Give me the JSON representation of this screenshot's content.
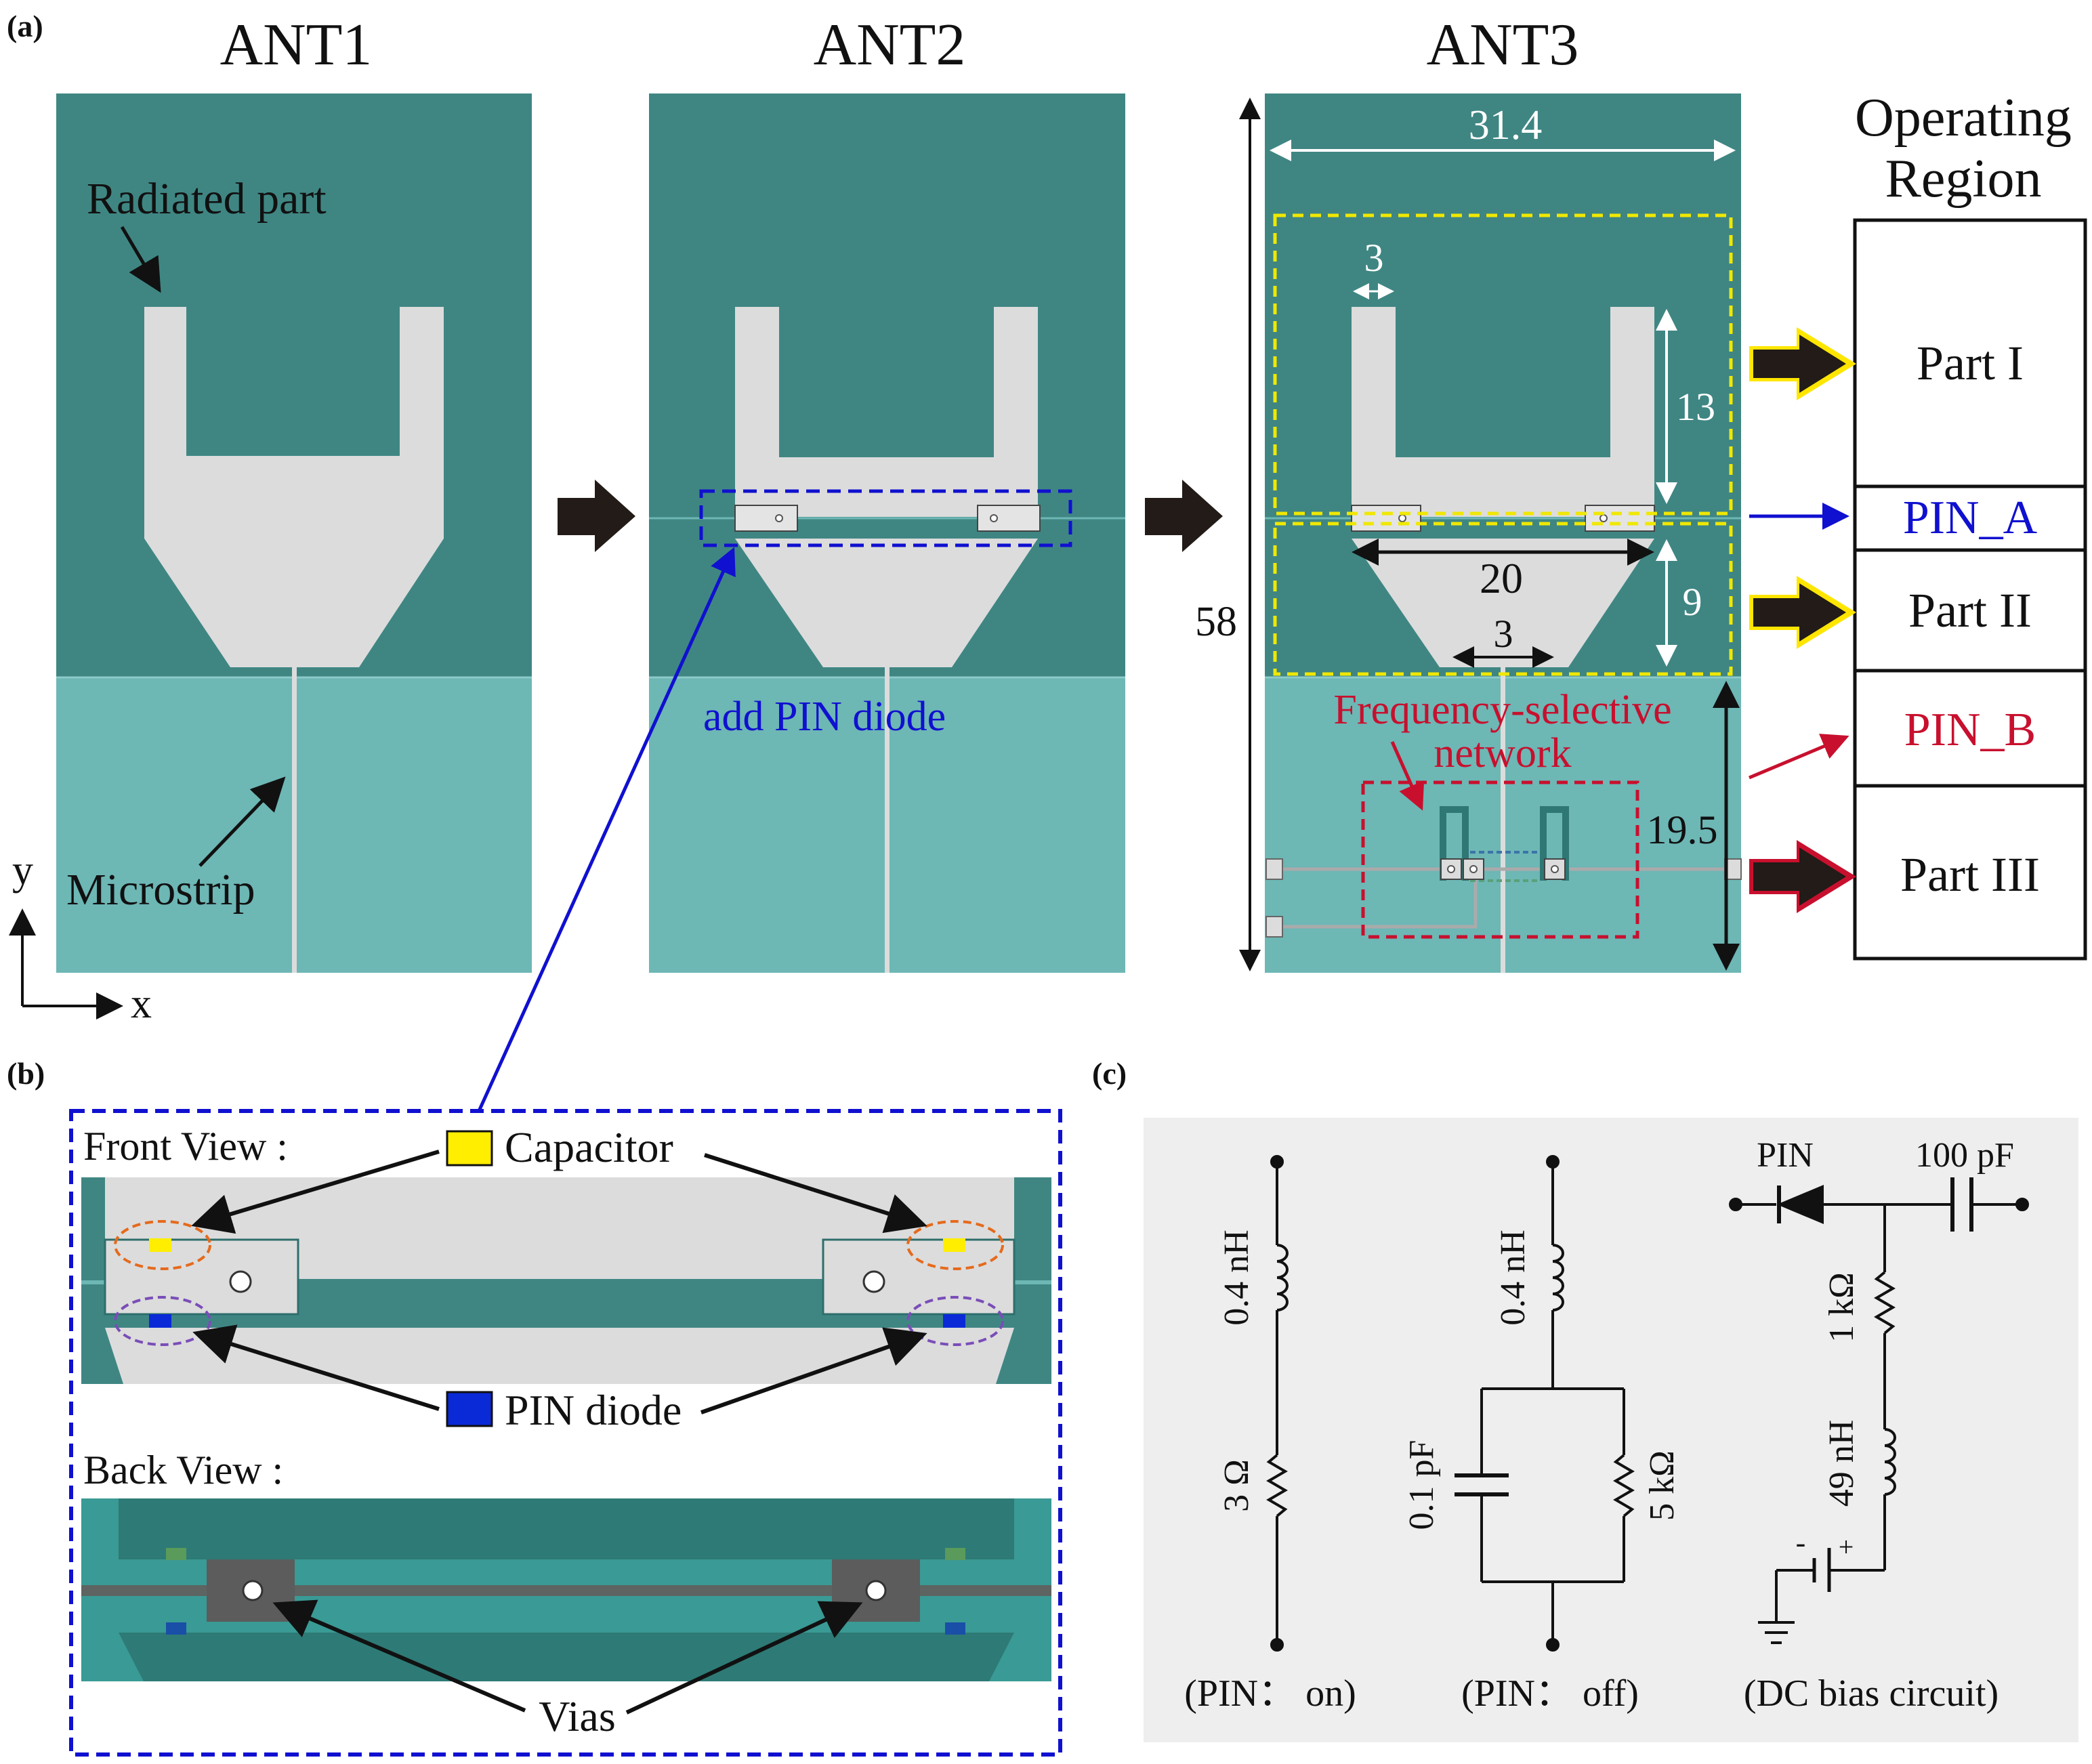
{
  "panels": {
    "a": "(a)",
    "b": "(b)",
    "c": "(c)"
  },
  "antennas": {
    "ant1_title": "ANT1",
    "ant2_title": "ANT2",
    "ant3_title": "ANT3",
    "radiated_part": "Radiated part",
    "microstrip": "Microstrip",
    "add_pin_diode": "add PIN diode",
    "axis_y": "y",
    "axis_x": "x"
  },
  "dimensions": {
    "width": "31.4",
    "height": "58",
    "arm_width": "3",
    "arm_height": "13",
    "bar_width": "20",
    "taper_height": "9",
    "feed_width": "3",
    "ground_height": "19.5"
  },
  "fsn": {
    "line1": "Frequency-selective",
    "line2": "network"
  },
  "region": {
    "title1": "Operating",
    "title2": "Region",
    "rows": [
      "Part I",
      "PIN_A",
      "Part II",
      "PIN_B",
      "Part III"
    ]
  },
  "detail": {
    "front_view": "Front View :",
    "back_view": "Back View :",
    "capacitor": "Capacitor",
    "pin_diode": "PIN diode",
    "vias": "Vias"
  },
  "circuits": {
    "on": {
      "inductor": "0.4 nH",
      "resistor": "3 Ω",
      "caption": "(PIN： on)"
    },
    "off": {
      "inductor": "0.4 nH",
      "capacitor": "0.1 pF",
      "resistor": "5 kΩ",
      "caption": "(PIN： off)"
    },
    "bias": {
      "pin": "PIN",
      "capacitor": "100 pF",
      "resistor": "1 kΩ",
      "inductor": "49 nH",
      "minus": "-",
      "plus": "+",
      "caption": "(DC bias circuit)"
    }
  },
  "colors": {
    "teal_dark": "#3f8683",
    "teal_light": "#6db7b5",
    "patch": "#dcdcdc",
    "yellow_dash": "#f0e800",
    "blue": "#1010d0",
    "red": "#c8102e",
    "capacitor": "#ffee00",
    "pin_diode": "#0a2ad8"
  }
}
